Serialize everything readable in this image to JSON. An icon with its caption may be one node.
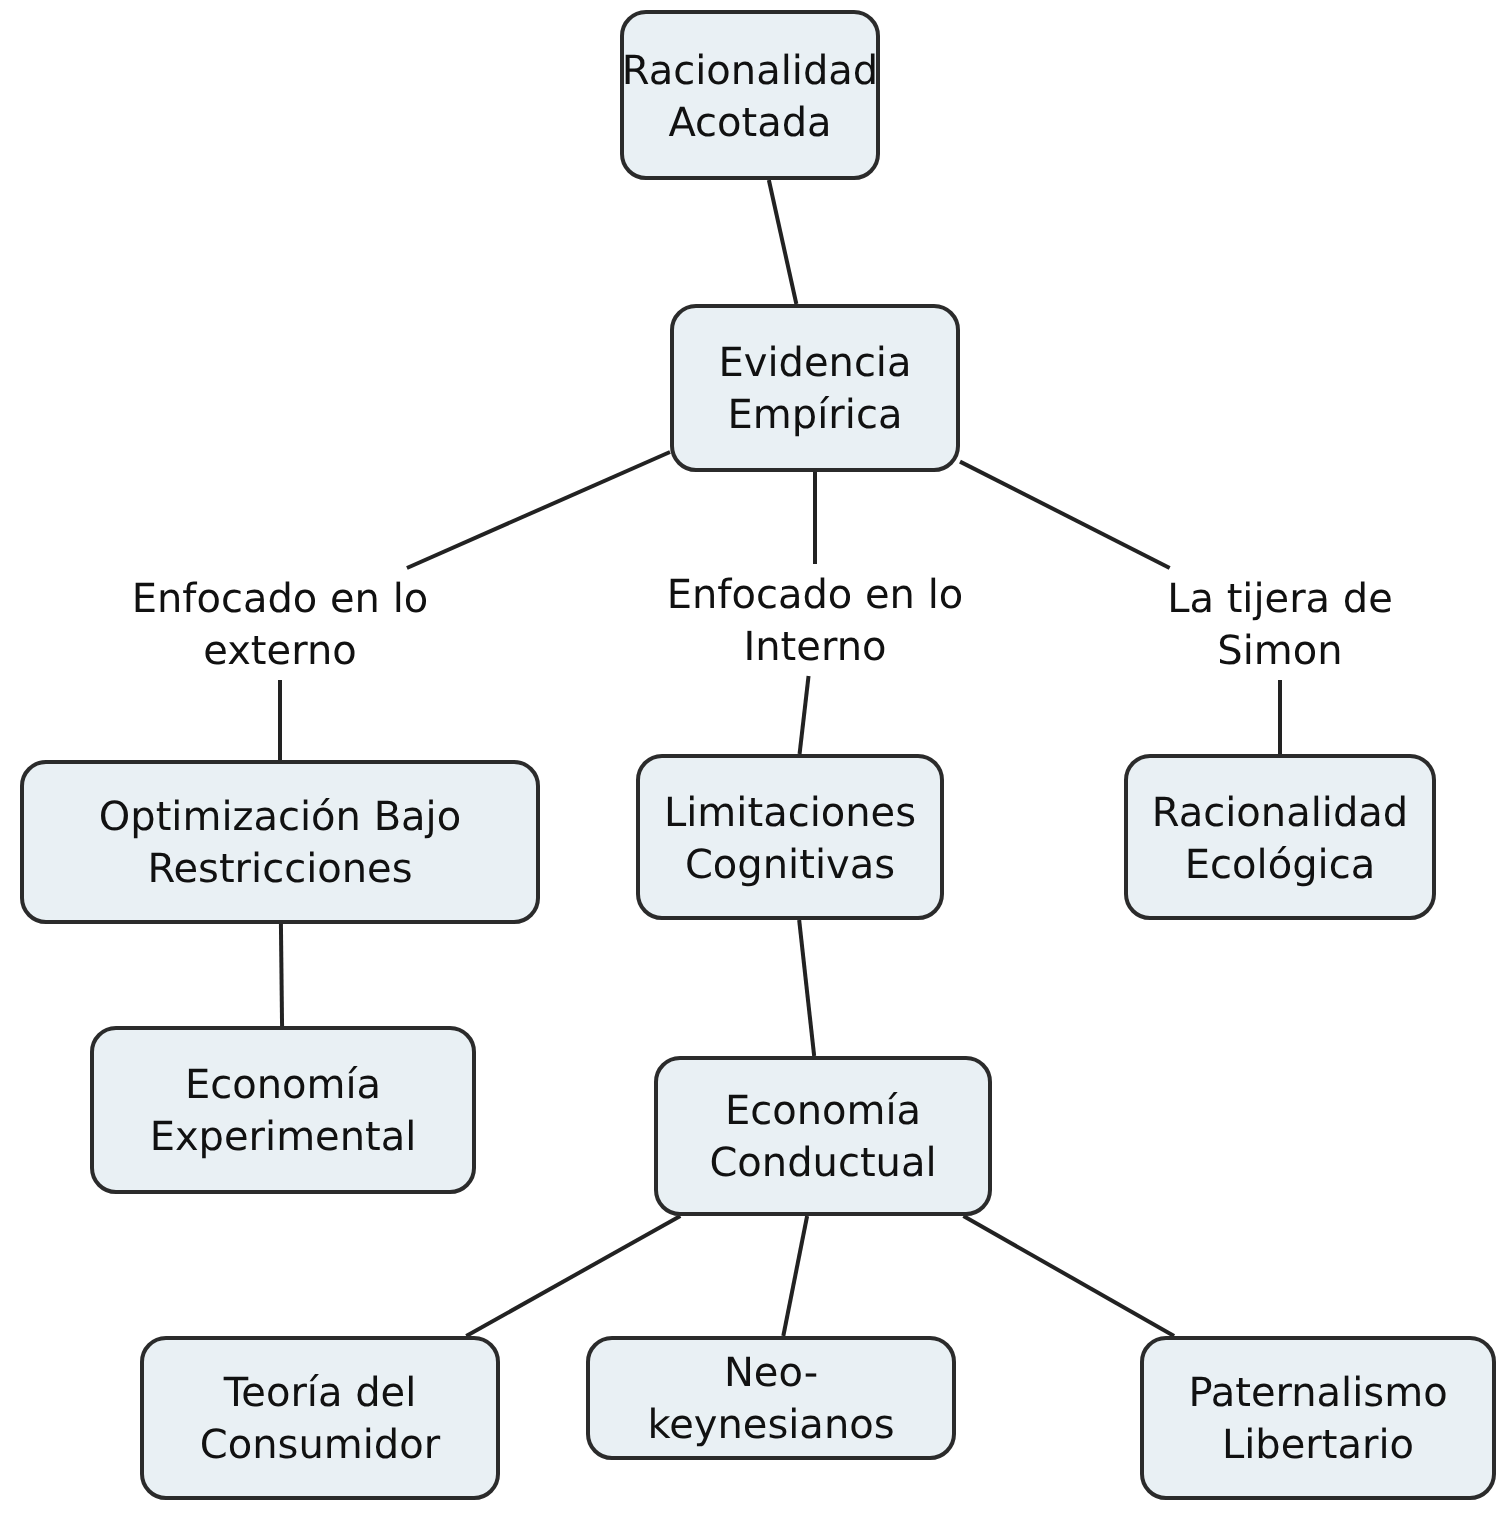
{
  "diagram": {
    "nodes": [
      {
        "text": [
          "Racionalidad Acotada"
        ]
      },
      {
        "text": [
          "Evidencia Empírica"
        ]
      },
      {
        "text": [
          "Enfocado en lo externo"
        ]
      },
      {
        "text": [
          "Enfocado en lo Interno"
        ]
      },
      {
        "text": [
          "La tijera de Simon"
        ]
      },
      {
        "text": [
          "Optimización Bajo Restricciones"
        ]
      },
      {
        "text": [
          "Limitaciones Cognitivas"
        ]
      },
      {
        "text": [
          "Racionalidad Ecológica"
        ]
      },
      {
        "text": [
          "Economía Experimental"
        ]
      },
      {
        "text": [
          "Economía Conductual"
        ]
      },
      {
        "text": [
          "Teoría del Consumidor"
        ]
      },
      {
        "text": [
          "Neo-keynesianos"
        ]
      },
      {
        "text": [
          "Paternalismo Libertario"
        ]
      }
    ],
    "edges": [
      {
        "from": 0,
        "to": 1,
        "arrow": "none"
      },
      {
        "from": 1,
        "to": 2,
        "arrow": "none"
      },
      {
        "from": 1,
        "to": 3,
        "arrow": "none"
      },
      {
        "from": 1,
        "to": 4,
        "arrow": "none"
      },
      {
        "from": 2,
        "to": 5,
        "arrow": "none"
      },
      {
        "from": 3,
        "to": 6,
        "arrow": "none"
      },
      {
        "from": 4,
        "to": 7,
        "arrow": "none"
      },
      {
        "from": 5,
        "to": 8,
        "arrow": "none"
      },
      {
        "from": 6,
        "to": 9,
        "arrow": "none"
      },
      {
        "from": 9,
        "to": 10,
        "arrow": "none"
      },
      {
        "from": 9,
        "to": 11,
        "arrow": "none"
      },
      {
        "from": 9,
        "to": 12,
        "arrow": "none"
      }
    ]
  }
}
